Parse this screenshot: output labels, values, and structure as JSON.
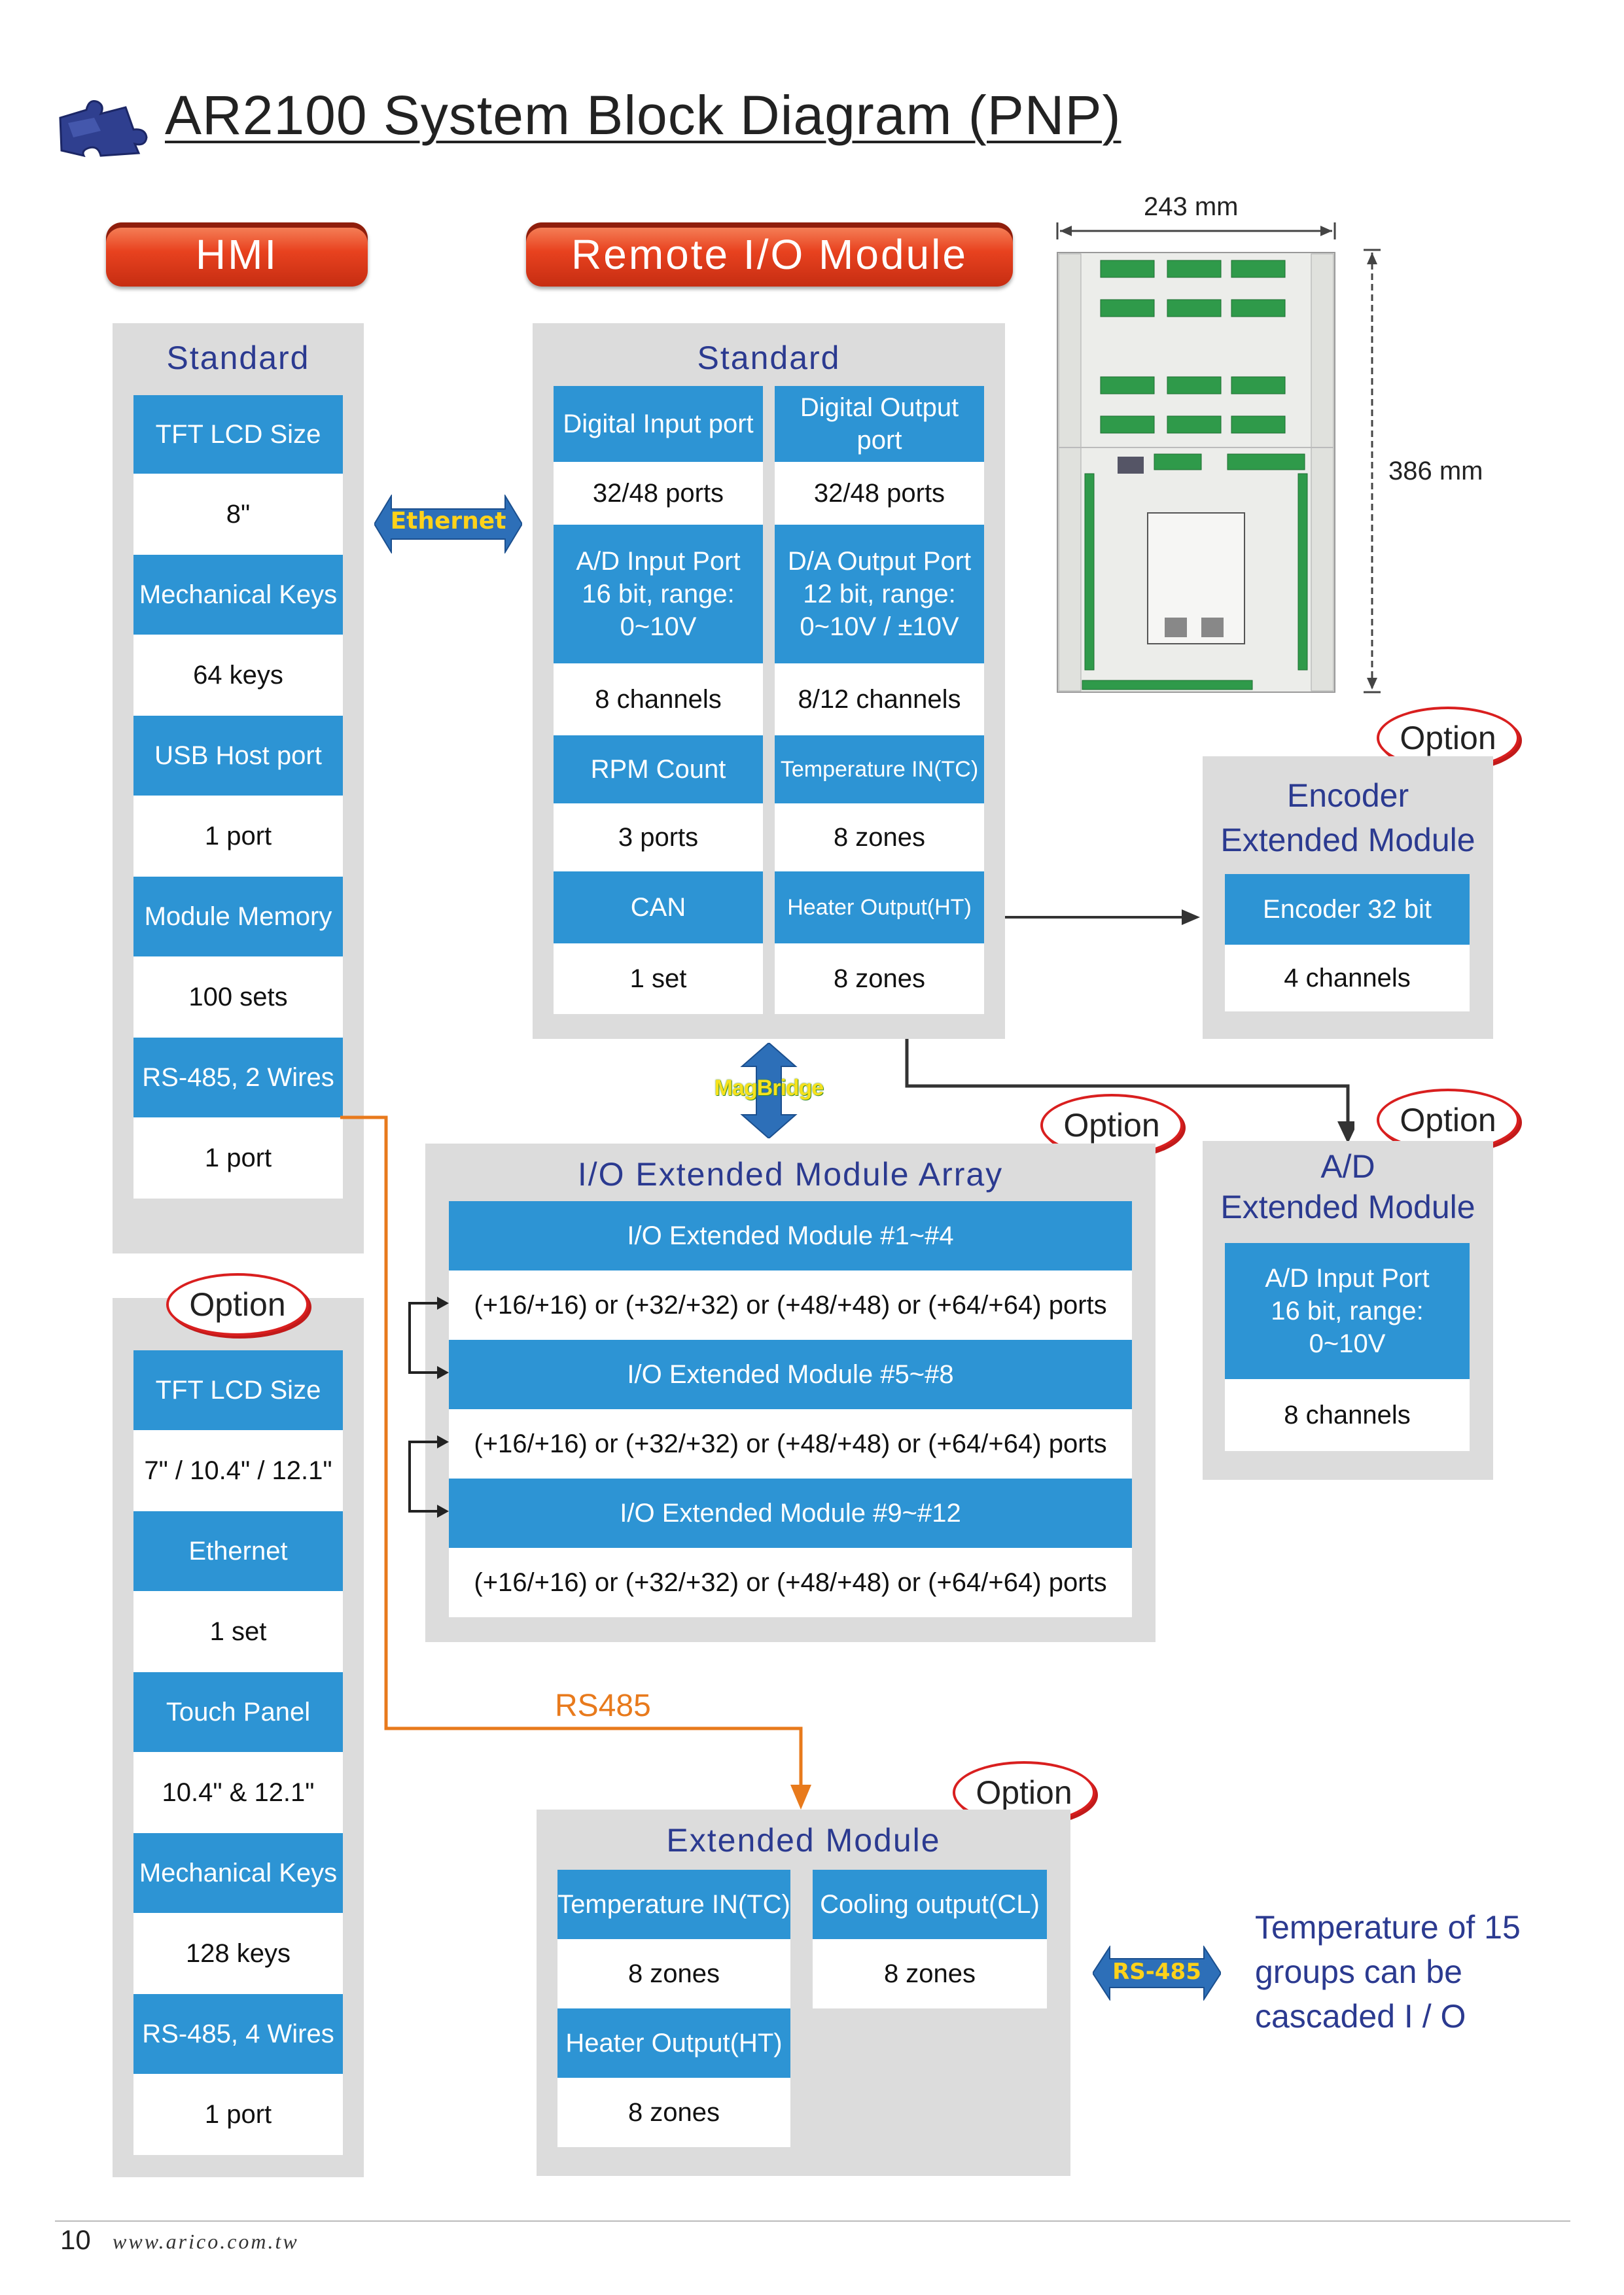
{
  "title": "AR2100 System Block Diagram (PNP)",
  "hmi": {
    "banner": "HMI",
    "standard": {
      "title": "Standard",
      "rows": [
        {
          "label": "TFT LCD Size",
          "value": "8\""
        },
        {
          "label": "Mechanical Keys",
          "value": "64 keys"
        },
        {
          "label": "USB Host port",
          "value": "1 port"
        },
        {
          "label": "Module Memory",
          "value": "100 sets"
        },
        {
          "label": "RS-485, 2 Wires",
          "value": "1 port"
        }
      ]
    },
    "option": {
      "badge": "Option",
      "rows": [
        {
          "label": "TFT LCD Size",
          "value": "7\" / 10.4\" / 12.1\""
        },
        {
          "label": "Ethernet",
          "value": "1 set"
        },
        {
          "label": "Touch Panel",
          "value": "10.4\" & 12.1\""
        },
        {
          "label": "Mechanical Keys",
          "value": "128 keys"
        },
        {
          "label": "RS-485, 4 Wires",
          "value": "1 port"
        }
      ]
    }
  },
  "ethernet_link": "Ethernet",
  "remote_io": {
    "banner": "Remote I/O Module",
    "title": "Standard",
    "rows": [
      {
        "left_label": "Digital Input port",
        "left_value": "32/48 ports",
        "right_label": "Digital Output port",
        "right_value": "32/48 ports"
      },
      {
        "left_label": "A/D Input Port\n16 bit, range:\n0~10V",
        "left_value": "8 channels",
        "right_label": "D/A Output Port\n12 bit, range:\n0~10V / ±10V",
        "right_value": "8/12 channels"
      },
      {
        "left_label": "RPM Count",
        "left_value": "3 ports",
        "right_label": "Temperature IN(TC)",
        "right_value": "8 zones"
      },
      {
        "left_label": "CAN",
        "left_value": "1 set",
        "right_label": "Heater Output(HT)",
        "right_value": "8 zones"
      }
    ]
  },
  "board": {
    "width_label": "243 mm",
    "height_label": "386 mm"
  },
  "encoder": {
    "badge": "Option",
    "title_line1": "Encoder",
    "title_line2": "Extended Module",
    "label": "Encoder 32 bit",
    "value": "4 channels"
  },
  "ad_module": {
    "badge": "Option",
    "title_line1": "A/D",
    "title_line2": "Extended Module",
    "label": "A/D Input Port\n16 bit, range:\n0~10V",
    "value": "8 channels"
  },
  "magbridge": "MagBridge",
  "io_array": {
    "badge": "Option",
    "title": "I/O Extended Module Array",
    "groups": [
      {
        "label": "I/O Extended Module  #1~#4",
        "value": "(+16/+16) or (+32/+32) or (+48/+48) or (+64/+64) ports"
      },
      {
        "label": "I/O Extended Module  #5~#8",
        "value": "(+16/+16) or (+32/+32) or (+48/+48) or (+64/+64) ports"
      },
      {
        "label": "I/O Extended Module  #9~#12",
        "value": "(+16/+16) or (+32/+32) or (+48/+48) or (+64/+64) ports"
      }
    ]
  },
  "rs485_link": "RS485",
  "extended": {
    "badge": "Option",
    "title": "Extended Module",
    "cells": [
      {
        "label": "Temperature IN(TC)",
        "value": "8 zones"
      },
      {
        "label": "Cooling output(CL)",
        "value": "8 zones"
      },
      {
        "label": "Heater Output(HT)",
        "value": "8 zones"
      }
    ]
  },
  "rs485_side_link": "RS-485",
  "note": {
    "line1": "Temperature of 15",
    "line2": "groups can be",
    "line3": "cascaded I / O"
  },
  "footer": {
    "page": "10",
    "url": "www.arico.com.tw"
  },
  "colors": {
    "cell_blue": "#2d94d4",
    "panel_gray": "#dcdcdc",
    "title_navy": "#2b3a90",
    "banner_red": "#e8421f",
    "wire_orange": "#e87a1c",
    "option_red": "#d91f1f"
  }
}
